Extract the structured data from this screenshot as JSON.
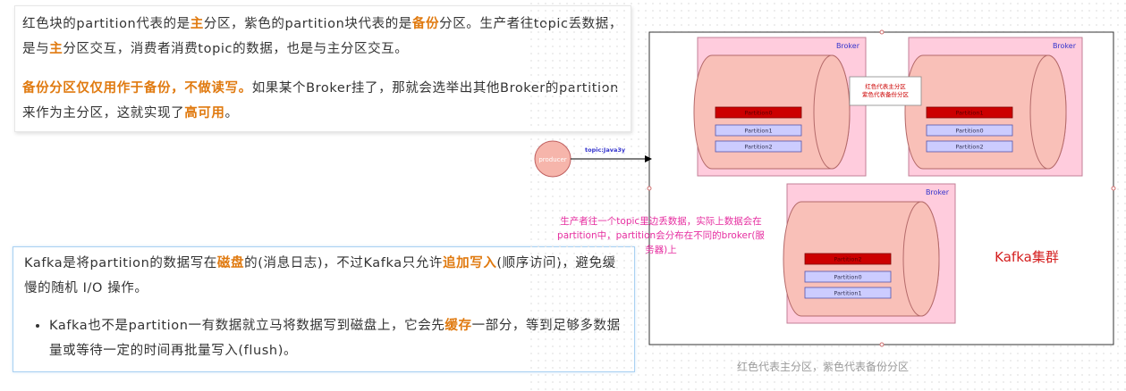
{
  "card1": {
    "p1": [
      {
        "t": "红色块的partition代表的是",
        "hl": false
      },
      {
        "t": "主",
        "hl": true
      },
      {
        "t": "分区，紫色的partition块代表的是",
        "hl": false
      },
      {
        "t": "备份",
        "hl": true
      },
      {
        "t": "分区。生产者往topic丢数据，是与",
        "hl": false
      },
      {
        "t": "主",
        "hl": true
      },
      {
        "t": "分区交互，消费者消费topic的数据，也是与主分区交互。",
        "hl": false
      }
    ],
    "p2": [
      {
        "t": "备份分区仅仅用作于备份，不做读写。",
        "hl": true
      },
      {
        "t": "如果某个Broker挂了，那就会选举出其他Broker的partition来作为主分区，这就实现了",
        "hl": false
      },
      {
        "t": "高可用",
        "hl": true
      },
      {
        "t": "。",
        "hl": false
      }
    ]
  },
  "card2": {
    "p1": [
      {
        "t": "Kafka是将partition的数据写在",
        "hl": false
      },
      {
        "t": "磁盘",
        "hl": true
      },
      {
        "t": "的(消息日志)，不过Kafka只允许",
        "hl": false
      },
      {
        "t": "追加写入",
        "hl": true
      },
      {
        "t": "(顺序访问)，避免缓慢的随机 I/O 操作。",
        "hl": false
      }
    ],
    "bullet": [
      {
        "t": "Kafka也不是partition一有数据就立马将数据写到磁盘上，它会先",
        "hl": false
      },
      {
        "t": "缓存",
        "hl": true
      },
      {
        "t": "一部分，等到足够多数据量或等待一定的时间再批量写入(flush)。",
        "hl": false
      }
    ]
  },
  "diagram": {
    "broker_label": "Broker",
    "brokers": [
      {
        "partitions": [
          "Partition0",
          "Partition1",
          "Partition2"
        ]
      },
      {
        "partitions": [
          "Partition1",
          "Partition0",
          "Partition2"
        ]
      },
      {
        "partitions": [
          "Partition2",
          "Partition0",
          "Partition1"
        ]
      }
    ],
    "legend_lines": [
      "红色代表主分区",
      "紫色代表备份分区"
    ],
    "producer": "producer",
    "topic": "topic:Java3y",
    "note_lines": [
      "生产者往一个topic里边丢数据，实际上数据会在",
      "partition中，partition会分布在不同的broker(服",
      "务器)上"
    ],
    "cluster_label": "Kafka集群",
    "caption": "红色代表主分区，紫色代表备份分区",
    "colors": {
      "broker_fill": "#ffccdd",
      "broker_border": "#c37f97",
      "cylinder_fill": "#f9c0b8",
      "cylinder_stroke": "#b46a6a",
      "main_partition": "#cc0000",
      "backup_partition": "#ccccff",
      "label_blue": "#3333cc",
      "note_magenta": "#e62ea0",
      "cluster_red": "#d42020",
      "producer_fill": "#f6b5ab"
    }
  }
}
